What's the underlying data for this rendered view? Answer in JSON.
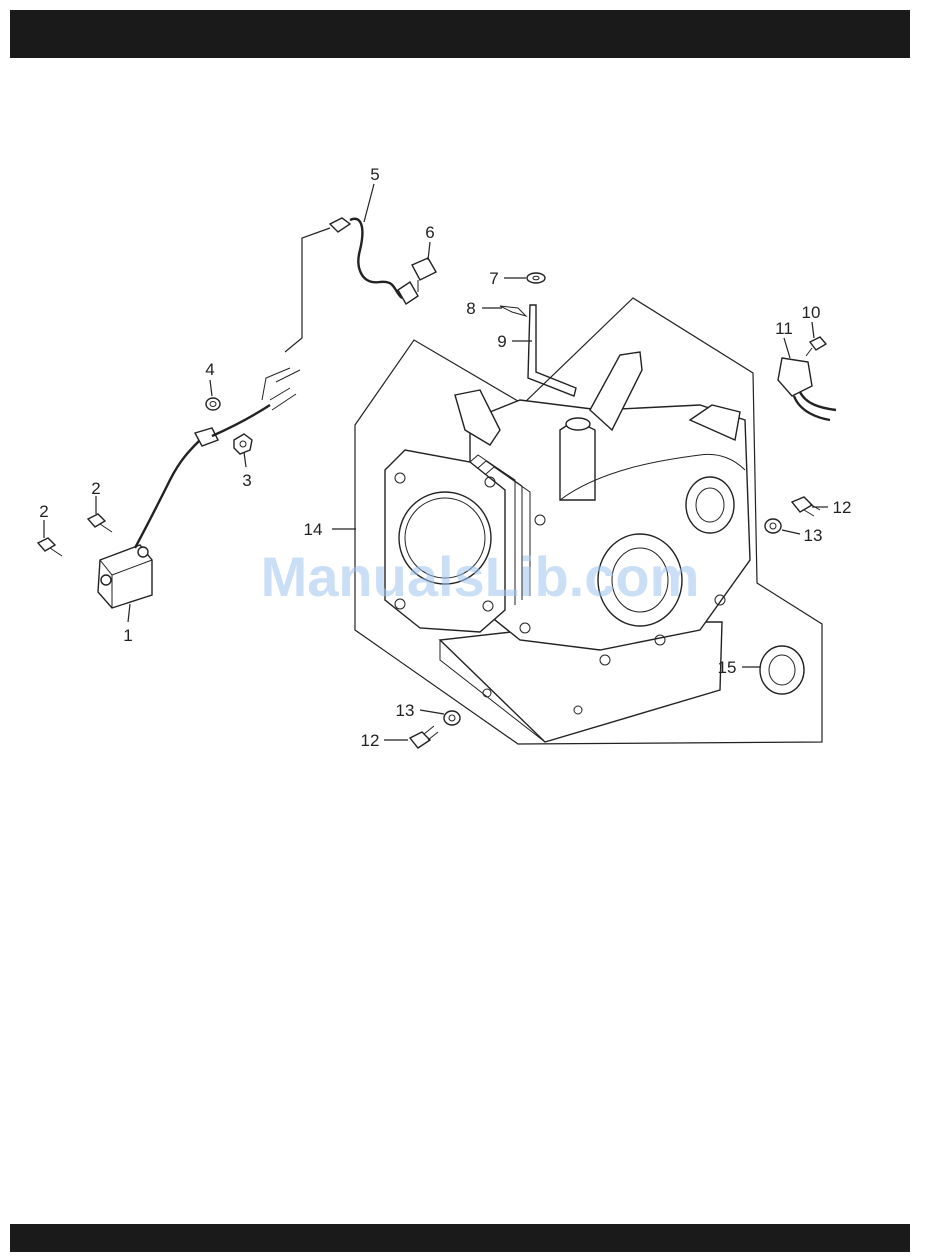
{
  "header_band": "",
  "footer_band": "",
  "watermark": "ManualsLib.com",
  "callouts": {
    "c1": "1",
    "c2a": "2",
    "c2b": "2",
    "c3": "3",
    "c4": "4",
    "c5": "5",
    "c6": "6",
    "c7": "7",
    "c8": "8",
    "c9": "9",
    "c10": "10",
    "c11": "11",
    "c12a": "12",
    "c12b": "12",
    "c13a": "13",
    "c13b": "13",
    "c14": "14",
    "c15": "15"
  }
}
